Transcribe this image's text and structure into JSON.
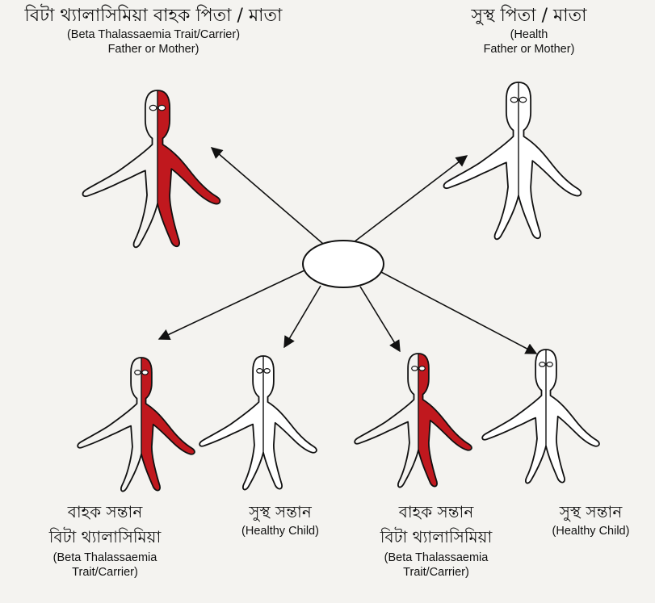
{
  "colors": {
    "carrier_fill": "#c0181e",
    "outline": "#111111",
    "background": "#f4f3f0"
  },
  "parents": {
    "carrier": {
      "title_bn": "বিটা থ্যালাসিমিয়া বাহক পিতা / মাতা",
      "line1": "(Beta Thalassaemia Trait/Carrier)",
      "line2": "Father or Mother)"
    },
    "healthy": {
      "title_bn": "সুস্থ পিতা / মাতা",
      "line1": "(Health",
      "line2": "Father or Mother)"
    }
  },
  "children": [
    {
      "status": "carrier",
      "bn1": "বাহক সন্তান",
      "bn2": "বিটা থ্যালাসিমিয়া",
      "en1": "(Beta Thalassaemia",
      "en2": "Trait/Carrier)"
    },
    {
      "status": "healthy",
      "bn1": "সুস্থ সন্তান",
      "en1": "(Healthy Child)"
    },
    {
      "status": "carrier",
      "bn1": "বাহক সন্তান",
      "bn2": "বিটা থ্যালাসিমিয়া",
      "en1": "(Beta Thalassaemia",
      "en2": "Trait/Carrier)"
    },
    {
      "status": "healthy",
      "bn1": "সুস্থ সন্তান",
      "en1": "(Healthy Child)"
    }
  ]
}
